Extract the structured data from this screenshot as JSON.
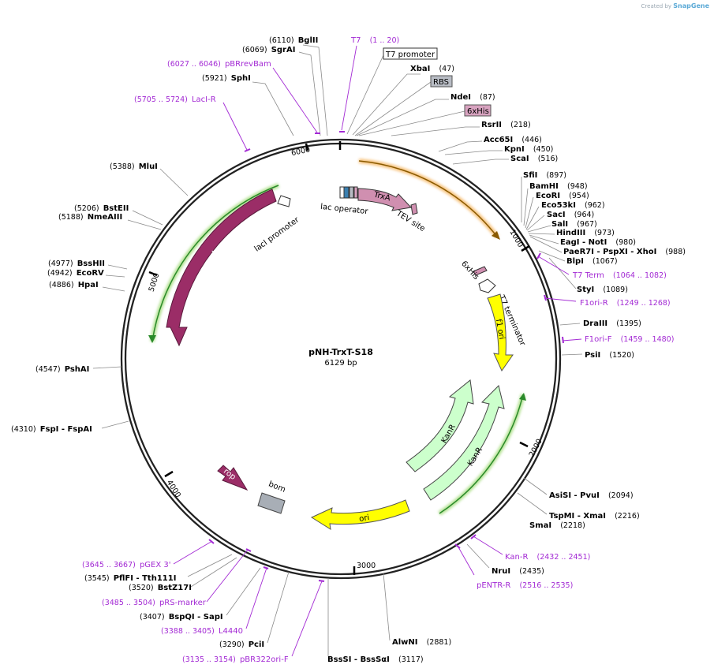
{
  "credit": {
    "prefix": "Created by",
    "brand": "SnapGene"
  },
  "plasmid": {
    "name": "pNH-TrxT-S18",
    "size": "6129 bp"
  },
  "ticks": [
    "1000",
    "2000",
    "3000",
    "4000",
    "5000",
    "6000"
  ],
  "sites": [
    {
      "name": "BglII",
      "pos": "(6110)"
    },
    {
      "name": "SgrAI",
      "pos": "(6069)"
    },
    {
      "name": "SphI",
      "pos": "(5921)"
    },
    {
      "name": "MluI",
      "pos": "(5388)"
    },
    {
      "name": "BstEII",
      "pos": "(5206)"
    },
    {
      "name": "NmeAIII",
      "pos": "(5188)"
    },
    {
      "name": "BssHII",
      "pos": "(4977)"
    },
    {
      "name": "EcoRV",
      "pos": "(4942)"
    },
    {
      "name": "HpaI",
      "pos": "(4886)"
    },
    {
      "name": "PshAI",
      "pos": "(4547)"
    },
    {
      "name": "FspI - FspAI",
      "pos": "(4310)"
    },
    {
      "name": "XbaI",
      "pos": "(47)"
    },
    {
      "name": "NdeI",
      "pos": "(87)"
    },
    {
      "name": "RsrII",
      "pos": "(218)"
    },
    {
      "name": "Acc65I",
      "pos": "(446)"
    },
    {
      "name": "KpnI",
      "pos": "(450)"
    },
    {
      "name": "ScaI",
      "pos": "(516)"
    },
    {
      "name": "SfiI",
      "pos": "(897)"
    },
    {
      "name": "BamHI",
      "pos": "(948)"
    },
    {
      "name": "EcoRI",
      "pos": "(954)"
    },
    {
      "name": "Eco53kI",
      "pos": "(962)"
    },
    {
      "name": "SacI",
      "pos": "(964)"
    },
    {
      "name": "SalI",
      "pos": "(967)"
    },
    {
      "name": "HindIII",
      "pos": "(973)"
    },
    {
      "name": "EagI - NotI",
      "pos": "(980)"
    },
    {
      "name": "PaeR7I - PspXI - XhoI",
      "pos": "(988)"
    },
    {
      "name": "BlpI",
      "pos": "(1067)"
    },
    {
      "name": "StyI",
      "pos": "(1089)"
    },
    {
      "name": "DraIII",
      "pos": "(1395)"
    },
    {
      "name": "PsiI",
      "pos": "(1520)"
    },
    {
      "name": "AsiSI - PvuI",
      "pos": "(2094)"
    },
    {
      "name": "TspMI - XmaI",
      "pos": "(2216)"
    },
    {
      "name": "SmaI",
      "pos": "(2218)"
    },
    {
      "name": "NruI",
      "pos": "(2435)"
    },
    {
      "name": "AlwNI",
      "pos": "(2881)"
    },
    {
      "name": "BssSI - BssSαI",
      "pos": "(3117)"
    },
    {
      "name": "PciI",
      "pos": "(3290)"
    },
    {
      "name": "BspQI - SapI",
      "pos": "(3407)"
    },
    {
      "name": "BstZ17I",
      "pos": "(3520)"
    },
    {
      "name": "PflFI - Tth111I",
      "pos": "(3545)"
    }
  ],
  "primers": [
    {
      "name": "T7",
      "range": "(1 .. 20)"
    },
    {
      "name": "pBRrevBam",
      "range": "(6027 .. 6046)"
    },
    {
      "name": "LacI-R",
      "range": "(5705 .. 5724)"
    },
    {
      "name": "T7 Term",
      "range": "(1064 .. 1082)"
    },
    {
      "name": "F1ori-R",
      "range": "(1249 .. 1268)"
    },
    {
      "name": "F1ori-F",
      "range": "(1459 .. 1480)"
    },
    {
      "name": "Kan-R",
      "range": "(2432 .. 2451)"
    },
    {
      "name": "pENTR-R",
      "range": "(2516 .. 2535)"
    },
    {
      "name": "pBR322ori-F",
      "range": "(3135 .. 3154)"
    },
    {
      "name": "L4440",
      "range": "(3388 .. 3405)"
    },
    {
      "name": "pRS-marker",
      "range": "(3485 .. 3504)"
    },
    {
      "name": "pGEX 3'",
      "range": "(3645 .. 3667)"
    }
  ],
  "callouts": {
    "t7_promoter": "T7 promoter",
    "rbs": "RBS",
    "his": "6xHis"
  },
  "features": {
    "trxa": "TrxA",
    "tev": "TEV site",
    "lac_operator": "lac operator",
    "laci_promoter": "lacI promoter",
    "laci": "lacI",
    "his_inner": "6xHis",
    "t7_terminator": "T7 terminator",
    "f1_ori": "f1 ori",
    "kanr1": "KanR",
    "kanr2": "KanR",
    "ori": "ori",
    "rop": "rop",
    "bom": "bom"
  },
  "colors": {
    "laci": "#9b2d67",
    "kanr": "#ccffcc",
    "ori": "#ffff00",
    "trxa": "#d08fb0",
    "orf_orange": "#f5b560",
    "orf_green": "#2a8a2a",
    "primer": "#a32ad4",
    "callout_rbs": "#b8bcc4",
    "callout_his": "#d8a3c0"
  }
}
